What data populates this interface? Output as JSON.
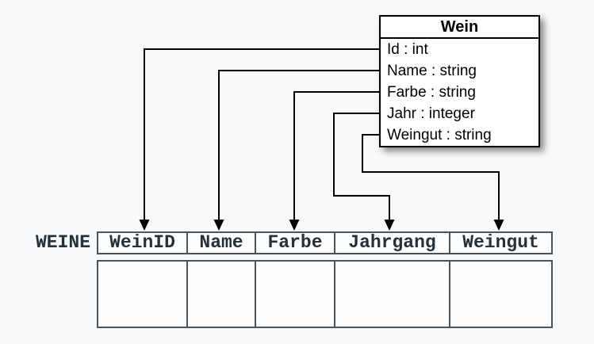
{
  "diagram": {
    "class_box": {
      "title": "Wein",
      "attributes": [
        "Id : int",
        "Name : string",
        "Farbe : string",
        "Jahr : integer",
        "Weingut : string"
      ]
    },
    "table": {
      "name": "WEINE",
      "columns": [
        "WeinID",
        "Name",
        "Farbe",
        "Jahrgang",
        "Weingut"
      ],
      "empty_body_rows": 1
    },
    "mappings": [
      {
        "from": "Id : int",
        "to": "WeinID"
      },
      {
        "from": "Name : string",
        "to": "Name"
      },
      {
        "from": "Farbe : string",
        "to": "Farbe"
      },
      {
        "from": "Jahr : integer",
        "to": "Jahrgang"
      },
      {
        "from": "Weingut : string",
        "to": "Weingut"
      }
    ],
    "colors": {
      "background": "#f8f9fa",
      "class_box_border": "#000000",
      "class_box_fill": "#ffffff",
      "table_border": "#47565e",
      "table_text": "#22313a",
      "arrow": "#000000"
    }
  }
}
